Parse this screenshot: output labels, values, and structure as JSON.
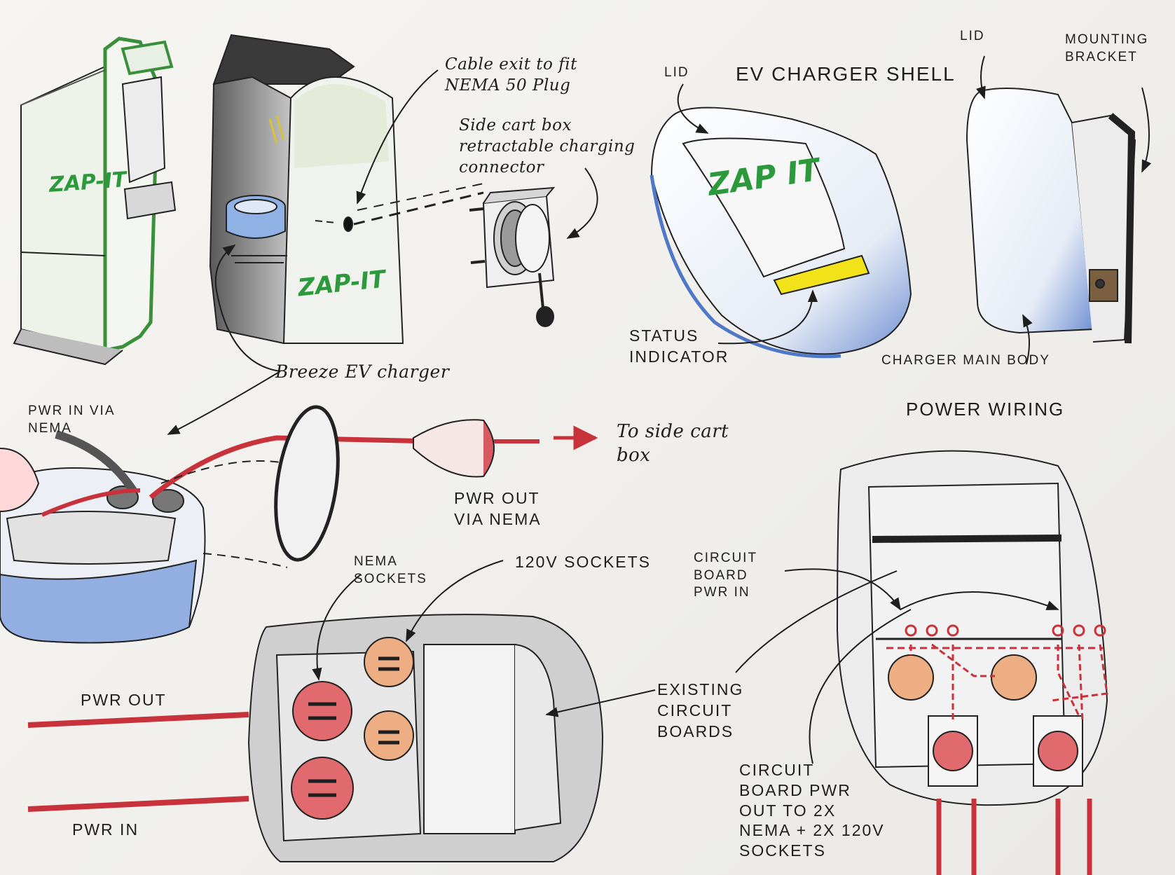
{
  "labels": {
    "cable_exit": "Cable exit to fit\nNEMA 50 Plug",
    "side_cart_box": "Side cart box\nretractable charging\nconnector",
    "ev_charger_shell": "EV CHARGER SHELL",
    "lid_front": "LID",
    "lid_side": "LID",
    "mounting_bracket": "MOUNTING\nBRACKET",
    "status_indicator": "STATUS\nINDICATOR",
    "charger_main_body": "CHARGER MAIN BODY",
    "breeze_ev_charger": "Breeze EV charger",
    "pwr_in_via_nema": "PWR IN VIA\nNEMA",
    "to_side_cart_box": "To side cart\nbox",
    "pwr_out_via_nema": "PWR OUT\nVIA NEMA",
    "power_wiring": "POWER WIRING",
    "nema_sockets": "NEMA\nSOCKETS",
    "sockets_120v": "120V SOCKETS",
    "circuit_board_pwr_in": "CIRCUIT\nBOARD\nPWR IN",
    "existing_circuit_boards": "EXISTING\nCIRCUIT\nBOARDS",
    "pwr_out": "PWR OUT",
    "pwr_in": "PWR IN",
    "circuit_board_pwr_out": "CIRCUIT\nBOARD PWR\nOUT TO 2X\nNEMA + 2X 120V\nSOCKETS"
  },
  "branding": {
    "kiosk_logo": "ZAP-IT",
    "cart_logo": "ZAP-IT",
    "shell_logo": "ZAP IT"
  },
  "colors": {
    "brand_green": "#2c9a3c",
    "status_yellow": "#f2e21a",
    "cable_red": "#c8323a",
    "nema_socket_red": "#e06a6e",
    "socket_120v_orange": "#eeae84",
    "shell_blue": "#4f78c8"
  }
}
